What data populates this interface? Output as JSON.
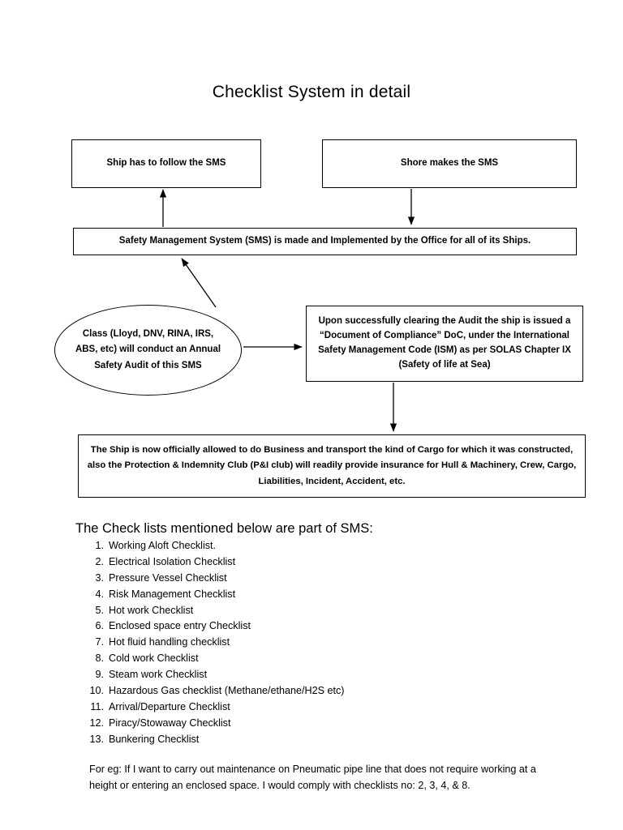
{
  "title": "Checklist System in detail",
  "diagram": {
    "ship_box": "Ship has to follow the SMS",
    "shore_box": "Shore makes the SMS",
    "sms_box": "Safety Management System (SMS) is made and Implemented by the Office for all of its Ships.",
    "class_ellipse": "Class (Lloyd, DNV, RINA, IRS, ABS, etc) will conduct an Annual Safety Audit of this SMS",
    "doc_box": "Upon successfully clearing the Audit the ship is issued a “Document of Compliance” DoC, under the International Safety Management Code (ISM) as per SOLAS Chapter IX (Safety of life at Sea)",
    "business_box": "The Ship is now officially allowed to do Business and transport the kind of Cargo for which it was constructed, also the Protection & Indemnity Club (P&I club) will readily provide insurance for Hull & Machinery, Crew, Cargo, Liabilities, Incident, Accident, etc.",
    "arrow_color": "#000000"
  },
  "list_heading": "The Check lists mentioned below are part of SMS:",
  "checklist": [
    {
      "num": "1.",
      "text": "Working Aloft Checklist."
    },
    {
      "num": "2.",
      "text": "Electrical Isolation Checklist"
    },
    {
      "num": "3.",
      "text": "Pressure Vessel Checklist"
    },
    {
      "num": "4.",
      "text": "Risk Management Checklist"
    },
    {
      "num": "5.",
      "text": "Hot work Checklist"
    },
    {
      "num": "6.",
      "text": "Enclosed space entry Checklist"
    },
    {
      "num": "7.",
      "text": "Hot fluid handling checklist"
    },
    {
      "num": "8.",
      "text": "Cold work Checklist"
    },
    {
      "num": "9.",
      "text": "Steam work Checklist"
    },
    {
      "num": "10.",
      "text": "Hazardous Gas checklist (Methane/ethane/H2S etc)"
    },
    {
      "num": "11.",
      "text": "Arrival/Departure Checklist"
    },
    {
      "num": "12.",
      "text": "Piracy/Stowaway Checklist"
    },
    {
      "num": "13.",
      "text": "Bunkering Checklist"
    }
  ],
  "footnote": "For eg: If I want to carry out maintenance on Pneumatic pipe line that does not require working at a height or entering an enclosed space. I would comply with checklists no: 2, 3, 4, & 8."
}
